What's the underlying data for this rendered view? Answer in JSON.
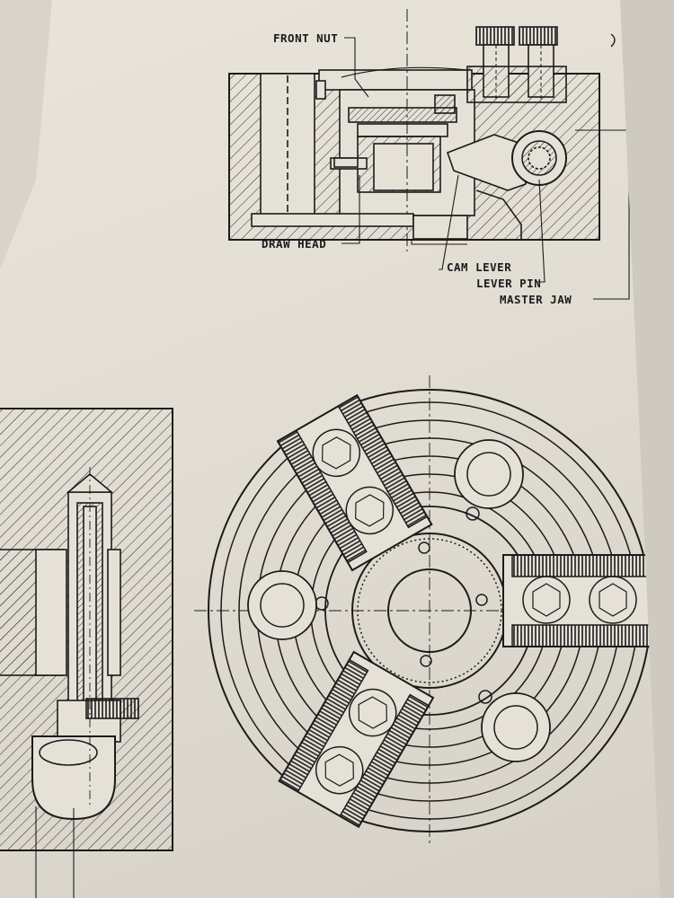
{
  "diagram": {
    "labels": {
      "front_nut": "FRONT NUT",
      "draw_head": "DRAW HEAD",
      "cam_lever": "CAM LEVER",
      "lever_pin": "LEVER PIN",
      "master_jaw": "MASTER JAW"
    }
  },
  "colors": {
    "paper": "#e4dfd5",
    "ink": "#1b1b1b",
    "background": "#2c2c2c"
  }
}
